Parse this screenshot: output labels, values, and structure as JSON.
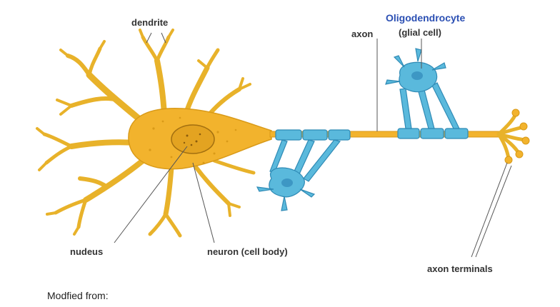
{
  "labels": {
    "dendrite": "dendrite",
    "axon": "axon",
    "oligodendrocyte": "Oligodendrocyte",
    "glial_cell": "(glial cell)",
    "nucleus": "nudeus",
    "cell_body": "neuron (cell body)",
    "axon_terminals": "axon terminals"
  },
  "caption": "Modfied from:",
  "colors": {
    "neuron": "#f2b32d",
    "neuron_dark": "#d99a18",
    "glia": "#5ab9dc",
    "glia_dark": "#2f8ab5",
    "oligodendrocyte_label": "#2b4fb3"
  }
}
